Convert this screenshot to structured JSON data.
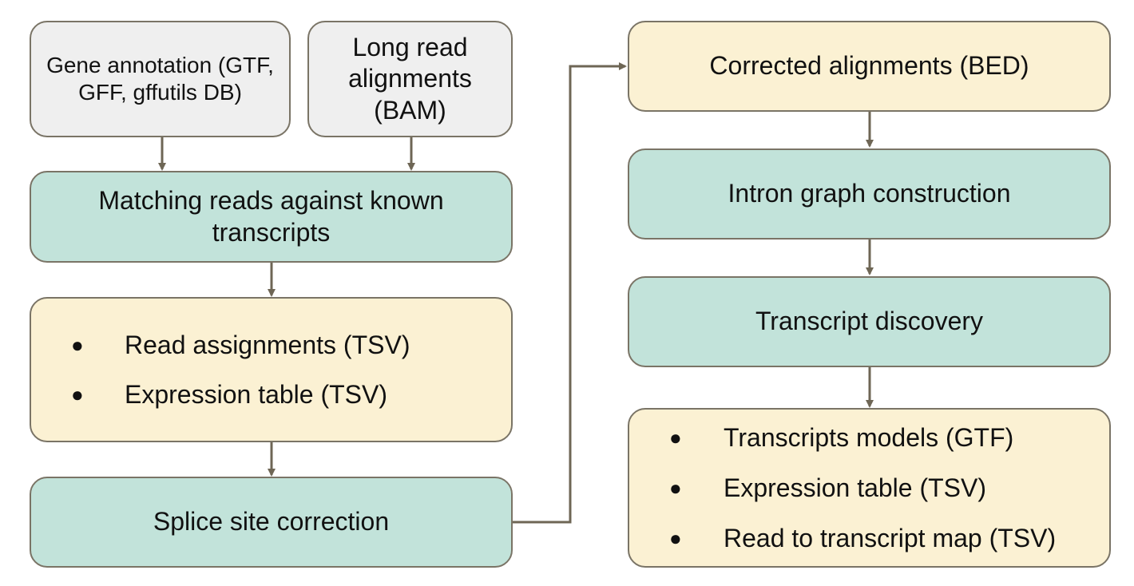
{
  "colors": {
    "input_fill": "#efefef",
    "process_fill": "#c2e3da",
    "output_fill": "#fbf1d3",
    "border": "#7a7466",
    "arrow": "#6e6655"
  },
  "nodes": {
    "gene_annotation": "Gene annotation (GTF, GFF, gffutils DB)",
    "long_read": "Long read alignments (BAM)",
    "matching": "Matching reads against known transcripts",
    "assign_outputs": [
      "Read assignments (TSV)",
      "Expression table (TSV)"
    ],
    "splice": "Splice site correction",
    "corrected": "Corrected alignments (BED)",
    "intron": "Intron graph construction",
    "discovery": "Transcript discovery",
    "final_outputs": [
      "Transcripts models (GTF)",
      "Expression table (TSV)",
      "Read to transcript map (TSV)"
    ],
    "bullet": "●"
  }
}
